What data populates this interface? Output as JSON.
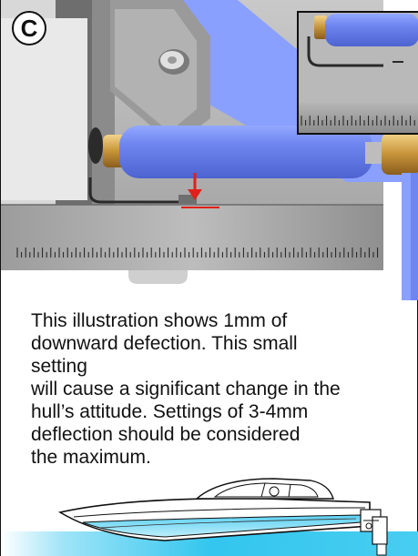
{
  "panel": {
    "badge_label": "C",
    "caption_lines": [
      "This illustration shows 1mm of",
      "downward defection. This small setting",
      "will cause a significant change in the",
      "hull’s attitude. Settings of 3-4mm",
      "deflection should be considered",
      "the maximum."
    ]
  },
  "colors": {
    "roller_blue": "#6f86f0",
    "bracket_blue": "#8aa0ff",
    "metal_gray": "#a7a7a7",
    "indicator_red": "#e0201a",
    "water_cyan": "#33c6ee"
  },
  "icons": [
    "bolt-icon",
    "arrow-down-icon"
  ]
}
